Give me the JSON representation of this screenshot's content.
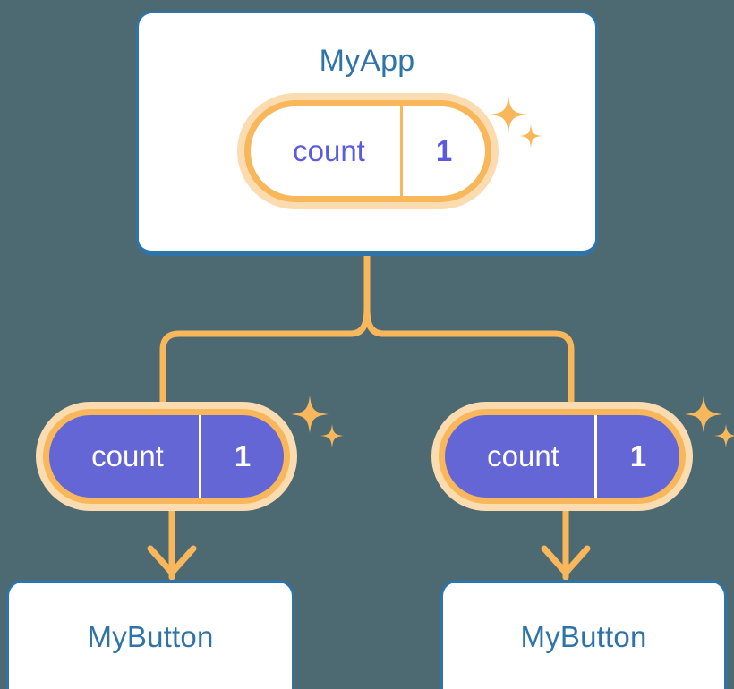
{
  "theme": {
    "background": "#4d6a73",
    "card_border": "#2e74a8",
    "card_fill": "#ffffff",
    "title_text": "#2e74a8",
    "accent_orange": "#f9b75c",
    "accent_orange_halo": "#fbdcb0",
    "state_purple": "#6366d4",
    "value_purple": "#5b5be0",
    "pill_text_light": "#ffffff"
  },
  "diagram": {
    "type": "component-state-tree",
    "root": {
      "name": "app-card",
      "title": "MyApp",
      "state": {
        "key": "count",
        "value": "1",
        "style": "outline",
        "sparkle": true
      }
    },
    "children": [
      {
        "name": "button-left",
        "title": "MyButton",
        "state": {
          "key": "count",
          "value": "1",
          "style": "filled",
          "sparkle": true
        }
      },
      {
        "name": "button-right",
        "title": "MyButton",
        "state": {
          "key": "count",
          "value": "1",
          "style": "filled",
          "sparkle": true
        }
      }
    ]
  },
  "icons": {
    "sparkle_large": "four-point-star",
    "sparkle_small": "four-point-star-small",
    "arrow_down": "arrow-down-icon"
  }
}
